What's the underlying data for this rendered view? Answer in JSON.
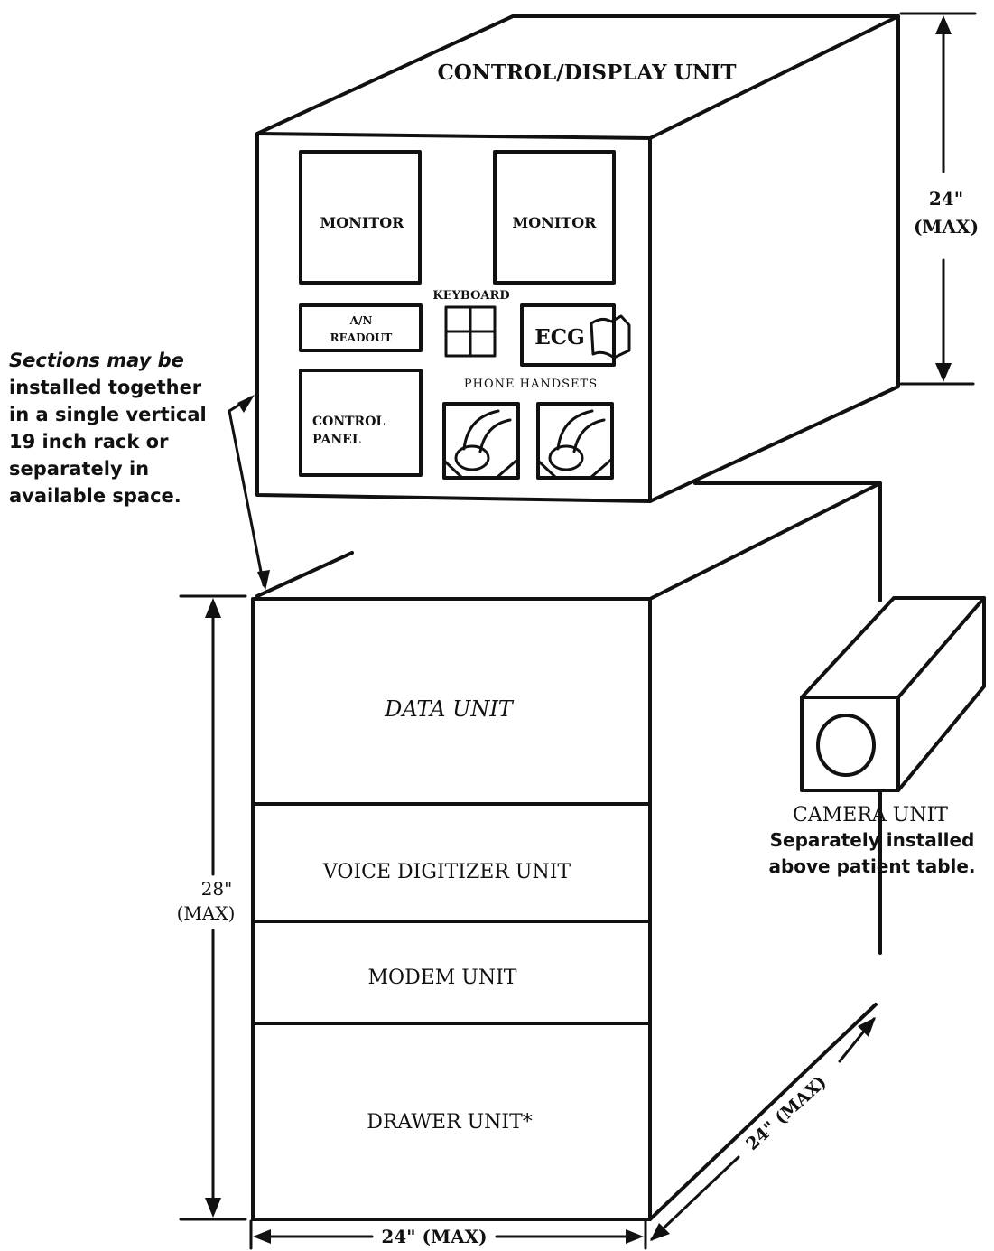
{
  "control_display_unit": {
    "title": "CONTROL/DISPLAY UNIT",
    "monitor_left": "MONITOR",
    "monitor_right": "MONITOR",
    "keyboard": "KEYBOARD",
    "an_readout_line1": "A/N",
    "an_readout_line2": "READOUT",
    "ecg": "ECG",
    "phone_handsets": "PHONE HANDSETS",
    "control_panel_line1": "CONTROL",
    "control_panel_line2": "PANEL"
  },
  "rack": {
    "data_unit": "DATA UNIT",
    "voice_digitizer_unit": "VOICE DIGITIZER UNIT",
    "modem_unit": "MODEM UNIT",
    "drawer_unit": "DRAWER UNIT*"
  },
  "camera": {
    "title": "CAMERA UNIT",
    "note_line1": "Separately installed",
    "note_line2": "above patient table."
  },
  "dimensions": {
    "top_height_value": "24\"",
    "top_height_max": "(MAX)",
    "rack_height_value": "28\"",
    "rack_height_max": "(MAX)",
    "width": "24\" (MAX)",
    "depth": "24\" (MAX)"
  },
  "note": {
    "line1": "Sections may be",
    "line2": "installed together",
    "line3": "in a single vertical",
    "line4": "19 inch rack or",
    "line5": "separately in",
    "line6": "available space."
  }
}
